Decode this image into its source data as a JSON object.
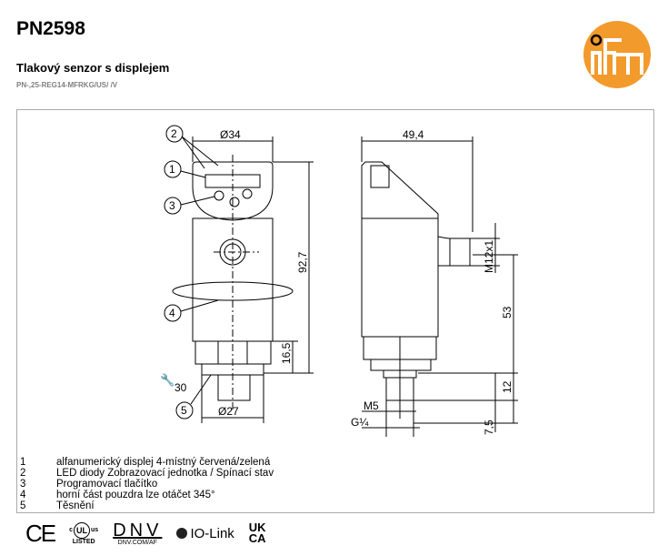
{
  "header": {
    "title": "PN2598",
    "subtitle": "Tlakový senzor s displejem",
    "code": "PN-,25-REG14-MFRKG/US/ /V",
    "logo_text": "ifm",
    "brand_color": "#f39a2c"
  },
  "drawing": {
    "callouts": [
      "1",
      "2",
      "3",
      "4",
      "5"
    ],
    "dims": {
      "d34": "Ø34",
      "h927": "92,7",
      "h165": "16,5",
      "d27": "Ø27",
      "wrench": "30",
      "w494": "49,4",
      "m12": "M12x1",
      "h53": "53",
      "h12": "12",
      "h75": "7,5",
      "m5": "M5",
      "g14": "G¼"
    }
  },
  "legend": [
    {
      "num": "1",
      "text": "alfanumerický displej 4-místný červená/zelená"
    },
    {
      "num": "2",
      "text": "LED diody Zobrazovací jednotka / Spínací stav"
    },
    {
      "num": "3",
      "text": "Programovací tlačítko"
    },
    {
      "num": "4",
      "text": "horní část pouzdra lze otáčet  345°"
    },
    {
      "num": "5",
      "text": "Těsnění"
    }
  ],
  "certs": {
    "ce": "CE",
    "ul": "UL",
    "ul_c": "c",
    "ul_us": "us",
    "ul_listed": "LISTED",
    "dnv": "DNV",
    "dnv_sub": "DNV.COM/AF",
    "iolink": "IO-Link",
    "ukca_1": "UK",
    "ukca_2": "CA"
  }
}
